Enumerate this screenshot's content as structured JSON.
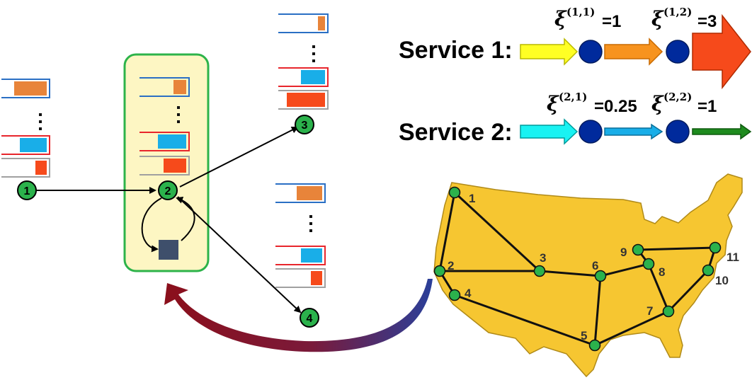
{
  "colors": {
    "queue_orange": "#e8843a",
    "queue_blue": "#19aee8",
    "queue_red": "#f64a1b",
    "frame_blue": "#2a6fc4",
    "frame_red": "#e8262c",
    "frame_gray": "#a0a0a0",
    "node_green": "#2bb24c",
    "highlight_fill": "#fdf6c3",
    "highlight_border": "#2db34a",
    "map_fill": "#f6c631",
    "service_node": "#002a9c",
    "feedback_arrow": "#8b0f1b"
  },
  "local_network": {
    "nodes": [
      {
        "id": "1",
        "label": "1"
      },
      {
        "id": "2",
        "label": "2"
      },
      {
        "id": "3",
        "label": "3"
      },
      {
        "id": "4",
        "label": "4"
      }
    ],
    "ellipsis": "⋮"
  },
  "services": [
    {
      "label": "Service 1:",
      "parameters": [
        {
          "symbol": "ξ",
          "superscript": "(1,1)",
          "value": "=1"
        },
        {
          "symbol": "ξ",
          "superscript": "(1,2)",
          "value": "=3"
        }
      ]
    },
    {
      "label": "Service 2:",
      "parameters": [
        {
          "symbol": "ξ",
          "superscript": "(2,1)",
          "value": "=0.25"
        },
        {
          "symbol": "ξ",
          "superscript": "(2,2)",
          "value": "=1"
        }
      ]
    }
  ],
  "us_network": {
    "nodes": [
      {
        "id": "1",
        "label": "1"
      },
      {
        "id": "2",
        "label": "2"
      },
      {
        "id": "3",
        "label": "3"
      },
      {
        "id": "4",
        "label": "4"
      },
      {
        "id": "5",
        "label": "5"
      },
      {
        "id": "6",
        "label": "6"
      },
      {
        "id": "7",
        "label": "7"
      },
      {
        "id": "8",
        "label": "8"
      },
      {
        "id": "9",
        "label": "9"
      },
      {
        "id": "10",
        "label": "10"
      },
      {
        "id": "11",
        "label": "11"
      }
    ],
    "links": [
      [
        "1",
        "2"
      ],
      [
        "1",
        "3"
      ],
      [
        "2",
        "3"
      ],
      [
        "2",
        "4"
      ],
      [
        "3",
        "6"
      ],
      [
        "4",
        "5"
      ],
      [
        "5",
        "6"
      ],
      [
        "5",
        "7"
      ],
      [
        "6",
        "8"
      ],
      [
        "7",
        "8"
      ],
      [
        "7",
        "10"
      ],
      [
        "8",
        "9"
      ],
      [
        "9",
        "11"
      ],
      [
        "10",
        "11"
      ]
    ]
  }
}
